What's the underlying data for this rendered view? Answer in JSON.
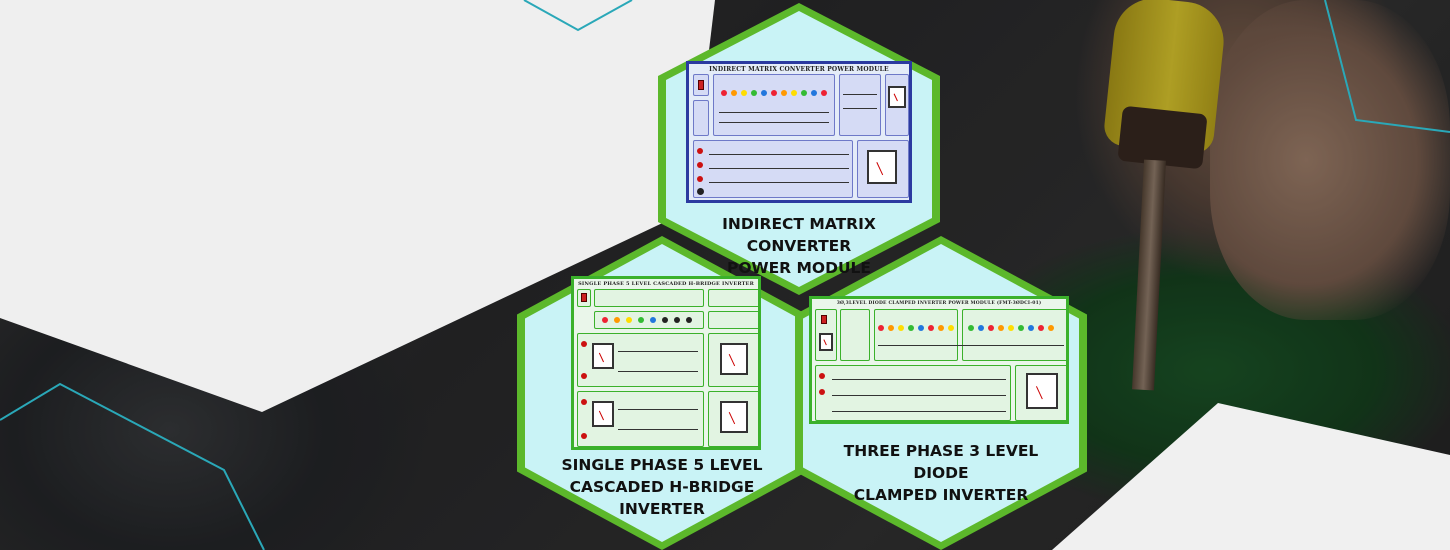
{
  "modules": [
    {
      "title_line1": "INDIRECT MATRIX CONVERTER",
      "title_line2": "POWER MODULE",
      "board_title": "INDIRECT MATRIX CONVERTER  POWER MODULE"
    },
    {
      "title_line1": "SINGLE PHASE 5 LEVEL",
      "title_line2": "CASCADED H-BRIDGE",
      "title_line3": "INVERTER",
      "board_title": "SINGLE PHASE 5 LEVEL CASCADED H-BRIDGE INVERTER"
    },
    {
      "title_line1": "THREE PHASE 3 LEVEL DIODE",
      "title_line2": "CLAMPED INVERTER",
      "board_title": "3Ø,3LEVEL DIODE CLAMPED INVERTER POWER MODULE (FMT-3ØDCI-01)"
    }
  ],
  "colors": {
    "hex_border": "#5cb82b",
    "hex_fill": "#c9f3f6",
    "accent_line": "#2aa8b8",
    "light_panel": "#efefef"
  }
}
